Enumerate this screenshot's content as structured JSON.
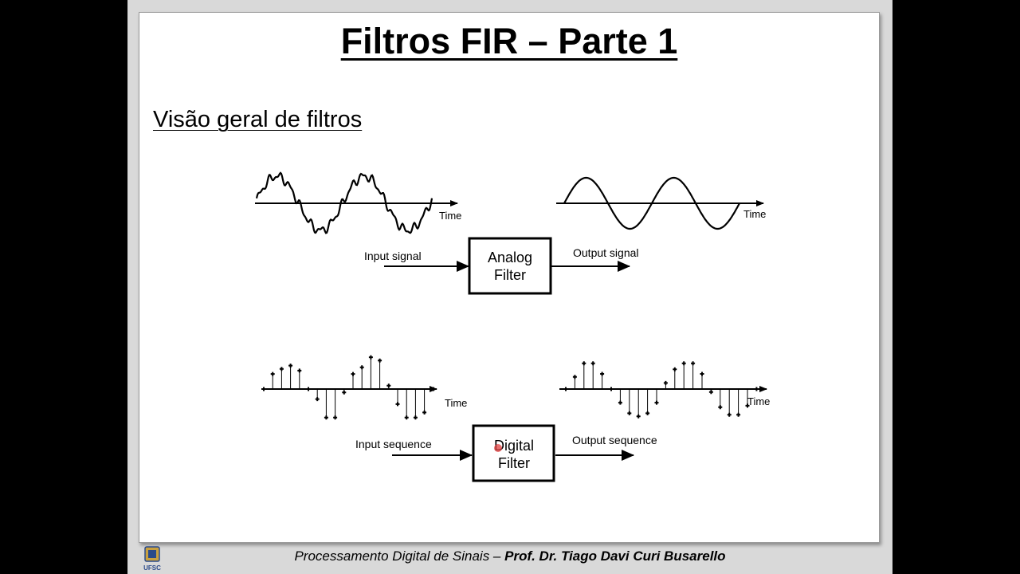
{
  "slide": {
    "title": "Filtros FIR – Parte 1",
    "subtitle": "Visão geral de filtros"
  },
  "diagram": {
    "analog": {
      "input_label": "Input signal",
      "output_label": "Output signal",
      "box_line1": "Analog",
      "box_line2": "Filter",
      "input_axis_label": "Time",
      "output_axis_label": "Time"
    },
    "digital": {
      "input_label": "Input sequence",
      "output_label": "Output sequence",
      "box_line1": "Digital",
      "box_line2": "Filter",
      "input_axis_label": "Time",
      "output_axis_label": "Time",
      "input_samples": [
        0,
        0.45,
        0.6,
        0.7,
        0.55,
        0,
        -0.3,
        -0.85,
        -0.85,
        -0.1,
        0.45,
        0.65,
        0.95,
        0.85,
        0.1,
        -0.45,
        -0.85,
        -0.85,
        -0.7,
        0
      ],
      "output_samples": [
        0,
        0.4,
        0.85,
        0.85,
        0.5,
        0,
        -0.45,
        -0.8,
        -0.9,
        -0.8,
        -0.45,
        0.2,
        0.65,
        0.85,
        0.85,
        0.5,
        -0.1,
        -0.6,
        -0.85,
        -0.85,
        -0.55,
        0
      ]
    }
  },
  "footer": {
    "course": "Processamento Digital de Sinais – ",
    "author": "Prof. Dr. Tiago Davi Curi Busarello",
    "logo_text": "UFSC"
  }
}
